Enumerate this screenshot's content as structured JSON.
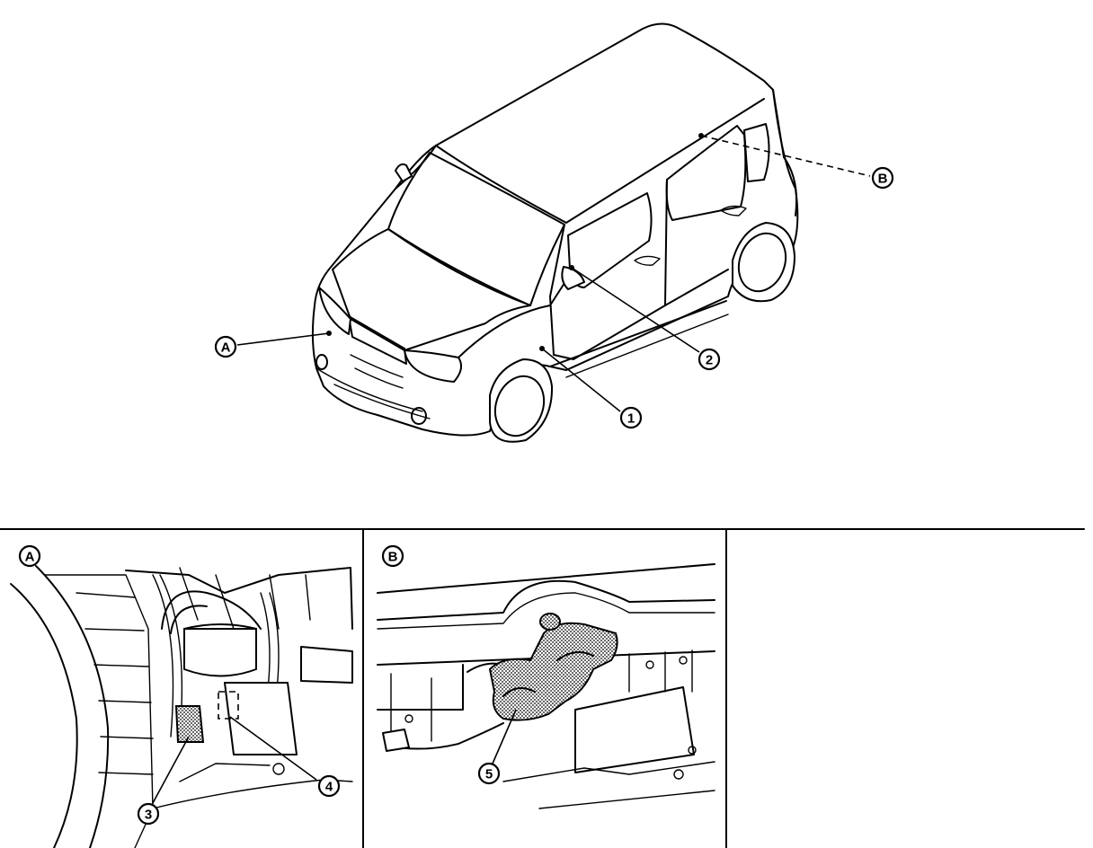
{
  "callouts": {
    "A": "A",
    "B": "B",
    "c1": "1",
    "c2": "2",
    "c3": "3",
    "c4": "4",
    "c5": "5"
  },
  "panels": {
    "A_label": "A",
    "B_label": "B"
  },
  "colors": {
    "line": "#000000",
    "background": "#ffffff"
  }
}
